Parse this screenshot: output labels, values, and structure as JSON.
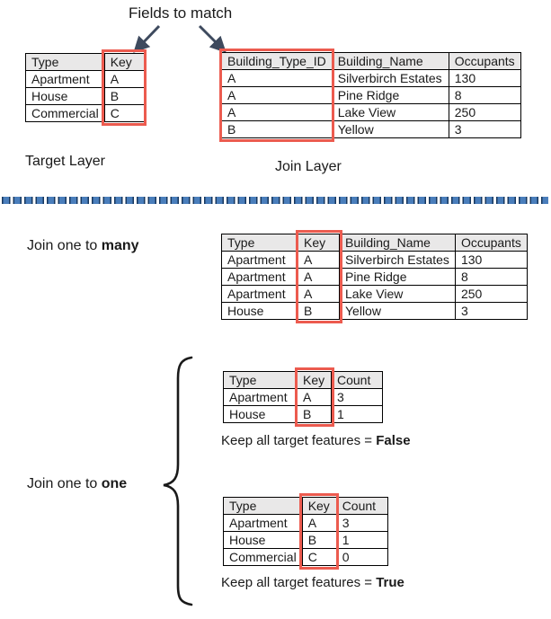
{
  "colors": {
    "highlight": "#ec5b4f",
    "header_bg": "#e9e8e8",
    "arrow": "#3e4a5e",
    "divider_blue": "#4a7ebb",
    "divider_dark": "#17375e",
    "text": "#1a1a1a",
    "table_border": "#000000"
  },
  "top": {
    "title": "Fields to match",
    "target_label": "Target Layer",
    "join_label": "Join Layer"
  },
  "target_table": {
    "columns": [
      "Type",
      "Key"
    ],
    "rows": [
      [
        "Apartment",
        "A"
      ],
      [
        "House",
        "B"
      ],
      [
        "Commercial",
        "C"
      ]
    ],
    "highlight_col": 1
  },
  "join_table": {
    "columns": [
      "Building_Type_ID",
      "Building_Name",
      "Occupants"
    ],
    "rows": [
      [
        "A",
        "Silverbirch Estates",
        "130"
      ],
      [
        "A",
        "Pine Ridge",
        "8"
      ],
      [
        "A",
        "Lake View",
        "250"
      ],
      [
        "B",
        "Yellow",
        "3"
      ]
    ],
    "highlight_col": 0
  },
  "one_to_many": {
    "label_prefix": "Join one to ",
    "label_bold": "many",
    "table": {
      "columns": [
        "Type",
        "Key",
        "Building_Name",
        "Occupants"
      ],
      "rows": [
        [
          "Apartment",
          "A",
          "Silverbirch Estates",
          "130"
        ],
        [
          "Apartment",
          "A",
          "Pine Ridge",
          "8"
        ],
        [
          "Apartment",
          "A",
          "Lake View",
          "250"
        ],
        [
          "House",
          "B",
          "Yellow",
          "3"
        ]
      ],
      "highlight_col": 1
    }
  },
  "one_to_one": {
    "label_prefix": "Join one to ",
    "label_bold": "one",
    "false_table": {
      "columns": [
        "Type",
        "Key",
        "Count"
      ],
      "rows": [
        [
          "Apartment",
          "A",
          "3"
        ],
        [
          "House",
          "B",
          "1"
        ]
      ],
      "highlight_col": 1,
      "caption_prefix": "Keep all target features = ",
      "caption_bold": "False"
    },
    "true_table": {
      "columns": [
        "Type",
        "Key",
        "Count"
      ],
      "rows": [
        [
          "Apartment",
          "A",
          "3"
        ],
        [
          "House",
          "B",
          "1"
        ],
        [
          "Commercial",
          "C",
          "0"
        ]
      ],
      "highlight_col": 1,
      "caption_prefix": "Keep all target features = ",
      "caption_bold": "True"
    }
  }
}
